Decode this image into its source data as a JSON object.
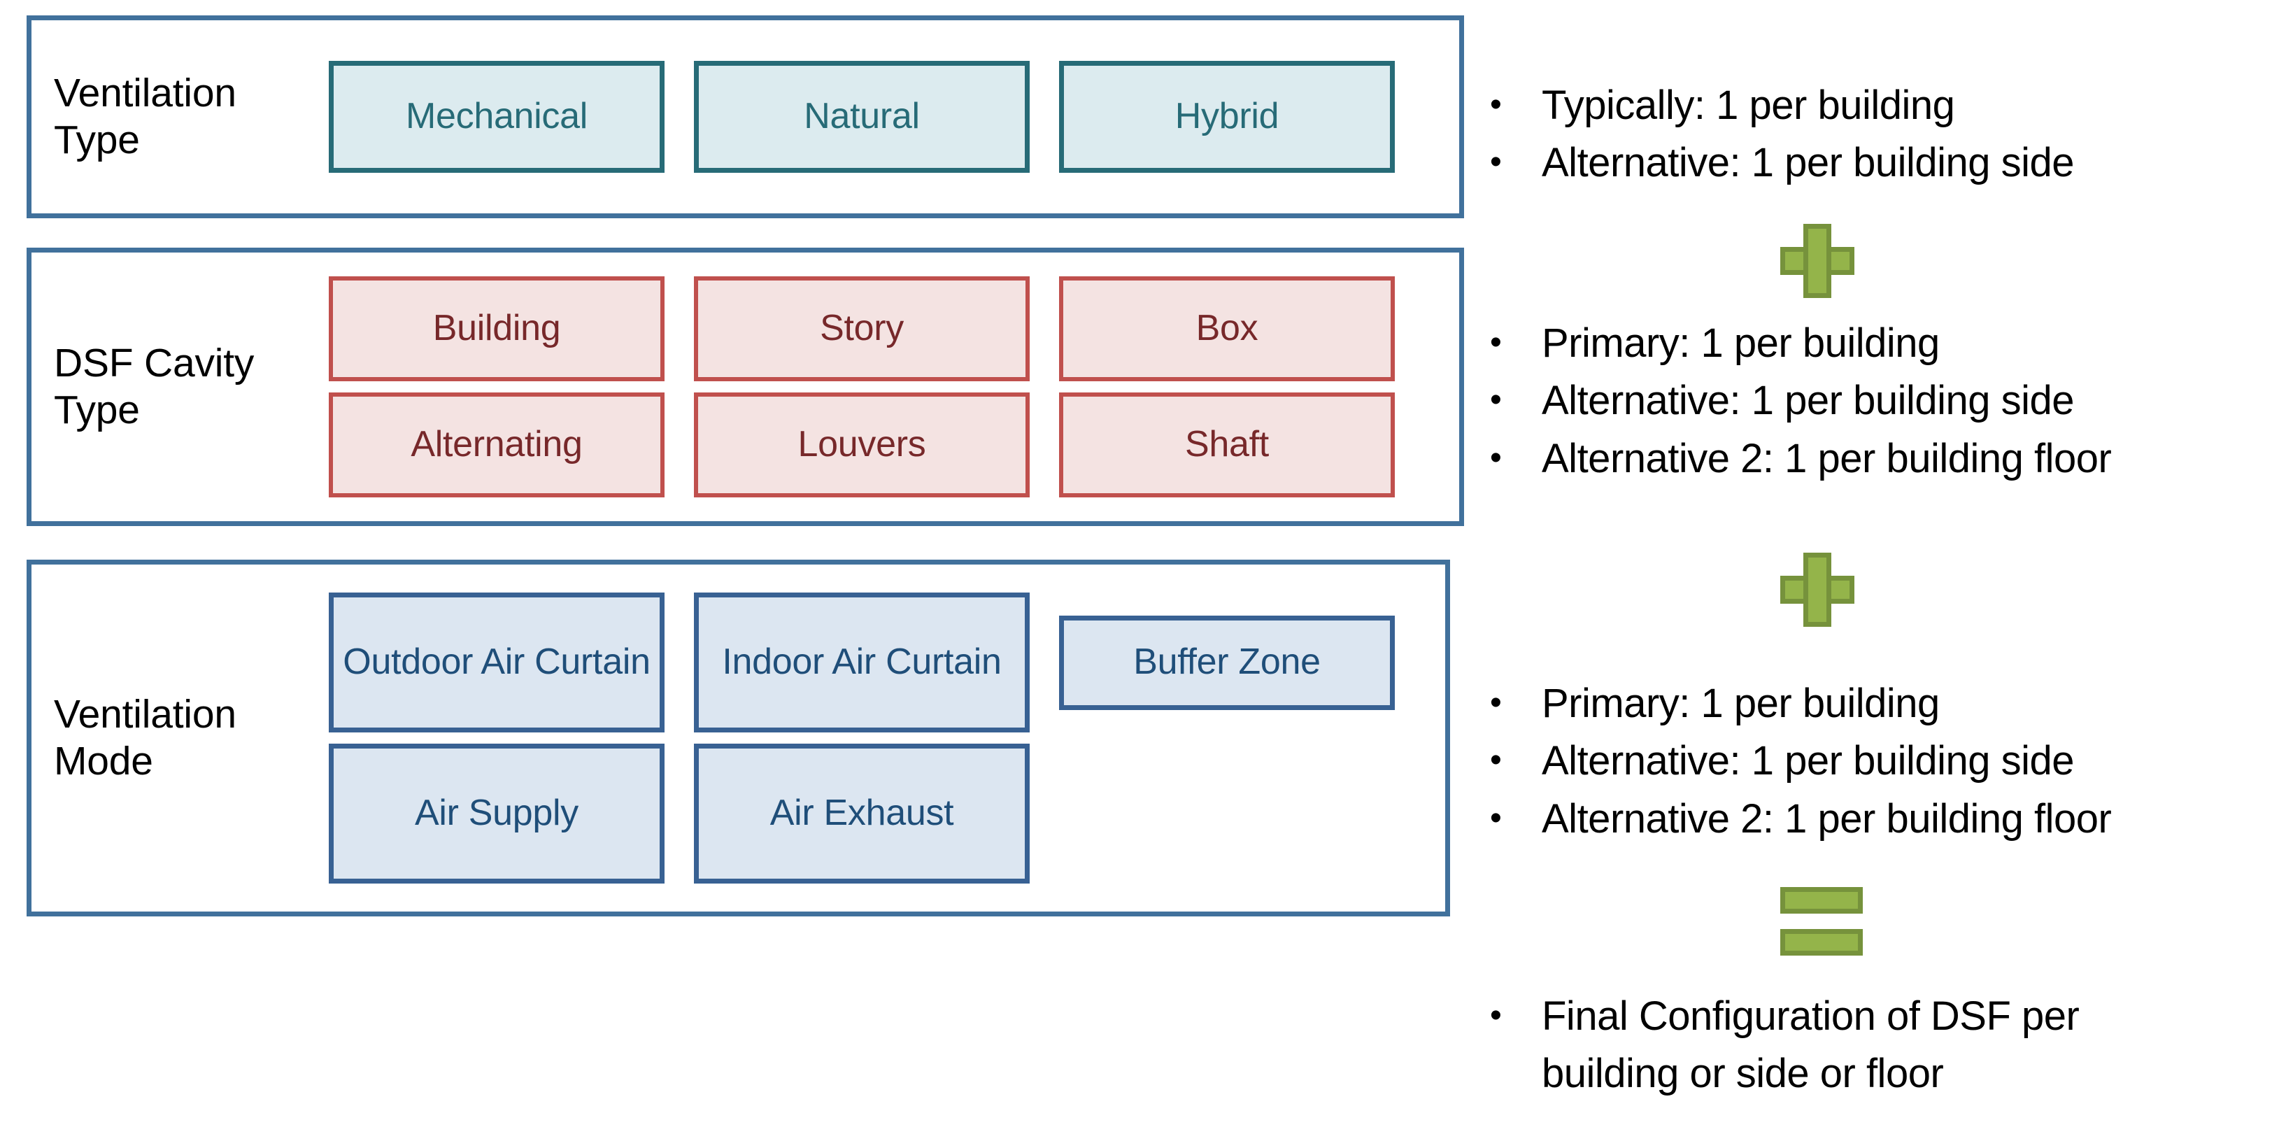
{
  "diagram": {
    "title": "DSF configuration decision diagram",
    "colors": {
      "panel_border": "#41719c",
      "teal_border": "#276b77",
      "teal_fill": "#dcebef",
      "teal_text": "#276b77",
      "red_border": "#c0504d",
      "red_fill": "#f4e3e2",
      "red_text": "#77282a",
      "blue_border": "#386193",
      "blue_fill": "#dce6f1",
      "blue_text": "#1f4e79",
      "green_fill": "#94b44a",
      "green_border": "#76923c",
      "text": "#000000"
    }
  },
  "panels": [
    {
      "name": "ventilation-type",
      "label": "Ventilation\nType",
      "label_line1": "Ventilation",
      "label_line2": "Type",
      "rows": [
        [
          "Mechanical",
          "Natural",
          "Hybrid"
        ]
      ]
    },
    {
      "name": "dsf-cavity-type",
      "label": "DSF Cavity\nType",
      "label_line1": "DSF Cavity",
      "label_line2": "Type",
      "rows": [
        [
          "Building",
          "Story",
          "Box"
        ],
        [
          "Alternating",
          "Louvers",
          "Shaft"
        ]
      ]
    },
    {
      "name": "ventilation-mode",
      "label": "Ventilation\nMode",
      "label_line1": "Ventilation",
      "label_line2": "Mode",
      "rows": [
        [
          "Outdoor Air Curtain",
          "Indoor Air Curtain",
          "Buffer Zone"
        ],
        [
          "Air Supply",
          "Air Exhaust"
        ]
      ]
    }
  ],
  "bullet_groups": [
    {
      "name": "ventilation-type",
      "items": [
        "Typically: 1 per building",
        "Alternative: 1 per building side"
      ]
    },
    {
      "name": "dsf-cavity-type",
      "items": [
        "Primary: 1 per building",
        "Alternative: 1 per building side",
        "Alternative 2: 1 per building floor"
      ]
    },
    {
      "name": "ventilation-mode",
      "items": [
        "Primary: 1 per building",
        "Alternative: 1 per building side",
        "Alternative 2: 1 per building floor"
      ]
    },
    {
      "name": "final",
      "items": [
        "Final Configuration of DSF per building or side or floor"
      ]
    }
  ],
  "operators": [
    {
      "name": "plus-1",
      "symbol": "plus-icon"
    },
    {
      "name": "plus-2",
      "symbol": "plus-icon"
    },
    {
      "name": "equals",
      "symbol": "equals-icon"
    }
  ],
  "bullet_marker": "•"
}
